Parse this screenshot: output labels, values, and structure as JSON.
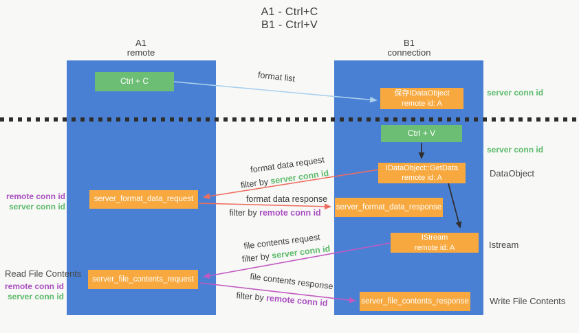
{
  "title": {
    "line1": "A1 - Ctrl+C",
    "line2": "B1 - Ctrl+V"
  },
  "columns": {
    "left": {
      "name": "A1",
      "subtitle": "remote"
    },
    "right": {
      "name": "B1",
      "subtitle": "connection"
    }
  },
  "nodes": {
    "ctrl_c": "Ctrl + C",
    "save_idataobject": {
      "line1": "保存IDataObject",
      "line2": "remote id: A"
    },
    "ctrl_v": "Ctrl + V",
    "getdata": {
      "line1": "IDataObject::GetData",
      "line2": "remote id: A"
    },
    "server_format_data_request": "server_format_data_request",
    "server_format_data_response": "server_format_data_response",
    "istream": {
      "line1": "IStream",
      "line2": "remote id: A"
    },
    "server_file_contents_request": "server_file_contents_request",
    "server_file_contents_response": "server_file_contents_response"
  },
  "arrow_labels": {
    "format_list": "format list",
    "format_data_request": "format data request",
    "format_data_response": "format data response",
    "file_contents_request": "file contents request",
    "file_contents_response": "file contents response",
    "filter_by": "filter by ",
    "server_conn_id": "server conn id",
    "remote_conn_id": "remote conn id"
  },
  "side_labels": {
    "server_conn_id_top": "server conn id",
    "server_conn_id_mid": "server conn id",
    "dataobject": "DataObject",
    "istream": "Istream",
    "write_file_contents": "Write File Contents",
    "read_file_contents": "Read File Contents",
    "remote_conn_id": "remote conn id",
    "server_conn_id": "server conn id"
  },
  "colors": {
    "lifeline_blue": "#4a80d4",
    "node_green": "#6cbe74",
    "node_orange": "#f7a940",
    "arrow_light_blue": "#a9cfee",
    "arrow_red": "#ee6d60",
    "arrow_magenta": "#c159c1",
    "arrow_black": "#2f2f2f",
    "text_green": "#5cba6a",
    "text_purple": "#a94fc0"
  }
}
